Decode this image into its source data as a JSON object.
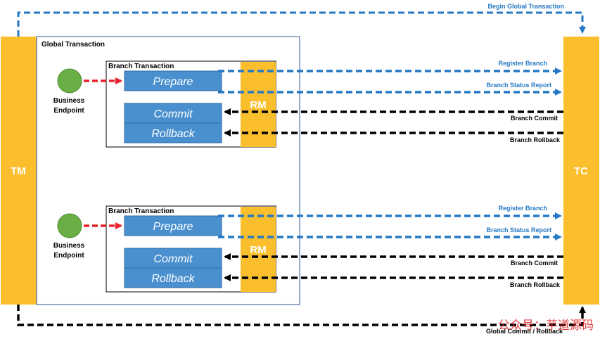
{
  "labels": {
    "begin_global_transaction": "Begin Global Transaction",
    "global_transaction": "Global Transaction",
    "tm": "TM",
    "tc": "TC",
    "global_commit_rollback": "Global Commit / Rollback",
    "watermark": "公众号：芋道源码"
  },
  "branches": [
    {
      "title": "Branch Transaction",
      "endpoint_line1": "Business",
      "endpoint_line2": "Endpoint",
      "prepare": "Prepare",
      "commit": "Commit",
      "rollback": "Rollback",
      "rm": "RM",
      "register": "Register Branch",
      "status_report": "Branch Status Report",
      "branch_commit": "Branch Commit",
      "branch_rollback": "Branch Rollback"
    },
    {
      "title": "Branch Transaction",
      "endpoint_line1": "Business",
      "endpoint_line2": "Endpoint",
      "prepare": "Prepare",
      "commit": "Commit",
      "rollback": "Rollback",
      "rm": "RM",
      "register": "Register Branch",
      "status_report": "Branch Status Report",
      "branch_commit": "Branch Commit",
      "branch_rollback": "Branch Rollback"
    }
  ],
  "colors": {
    "orange": "#FBBF2D",
    "blue_box": "#4A90CF",
    "blue_line": "#2478C4",
    "green": "#6AAF45",
    "red": "#E8202A",
    "black": "#000000",
    "frame": "#2F5597",
    "watermark": "#E02020"
  }
}
